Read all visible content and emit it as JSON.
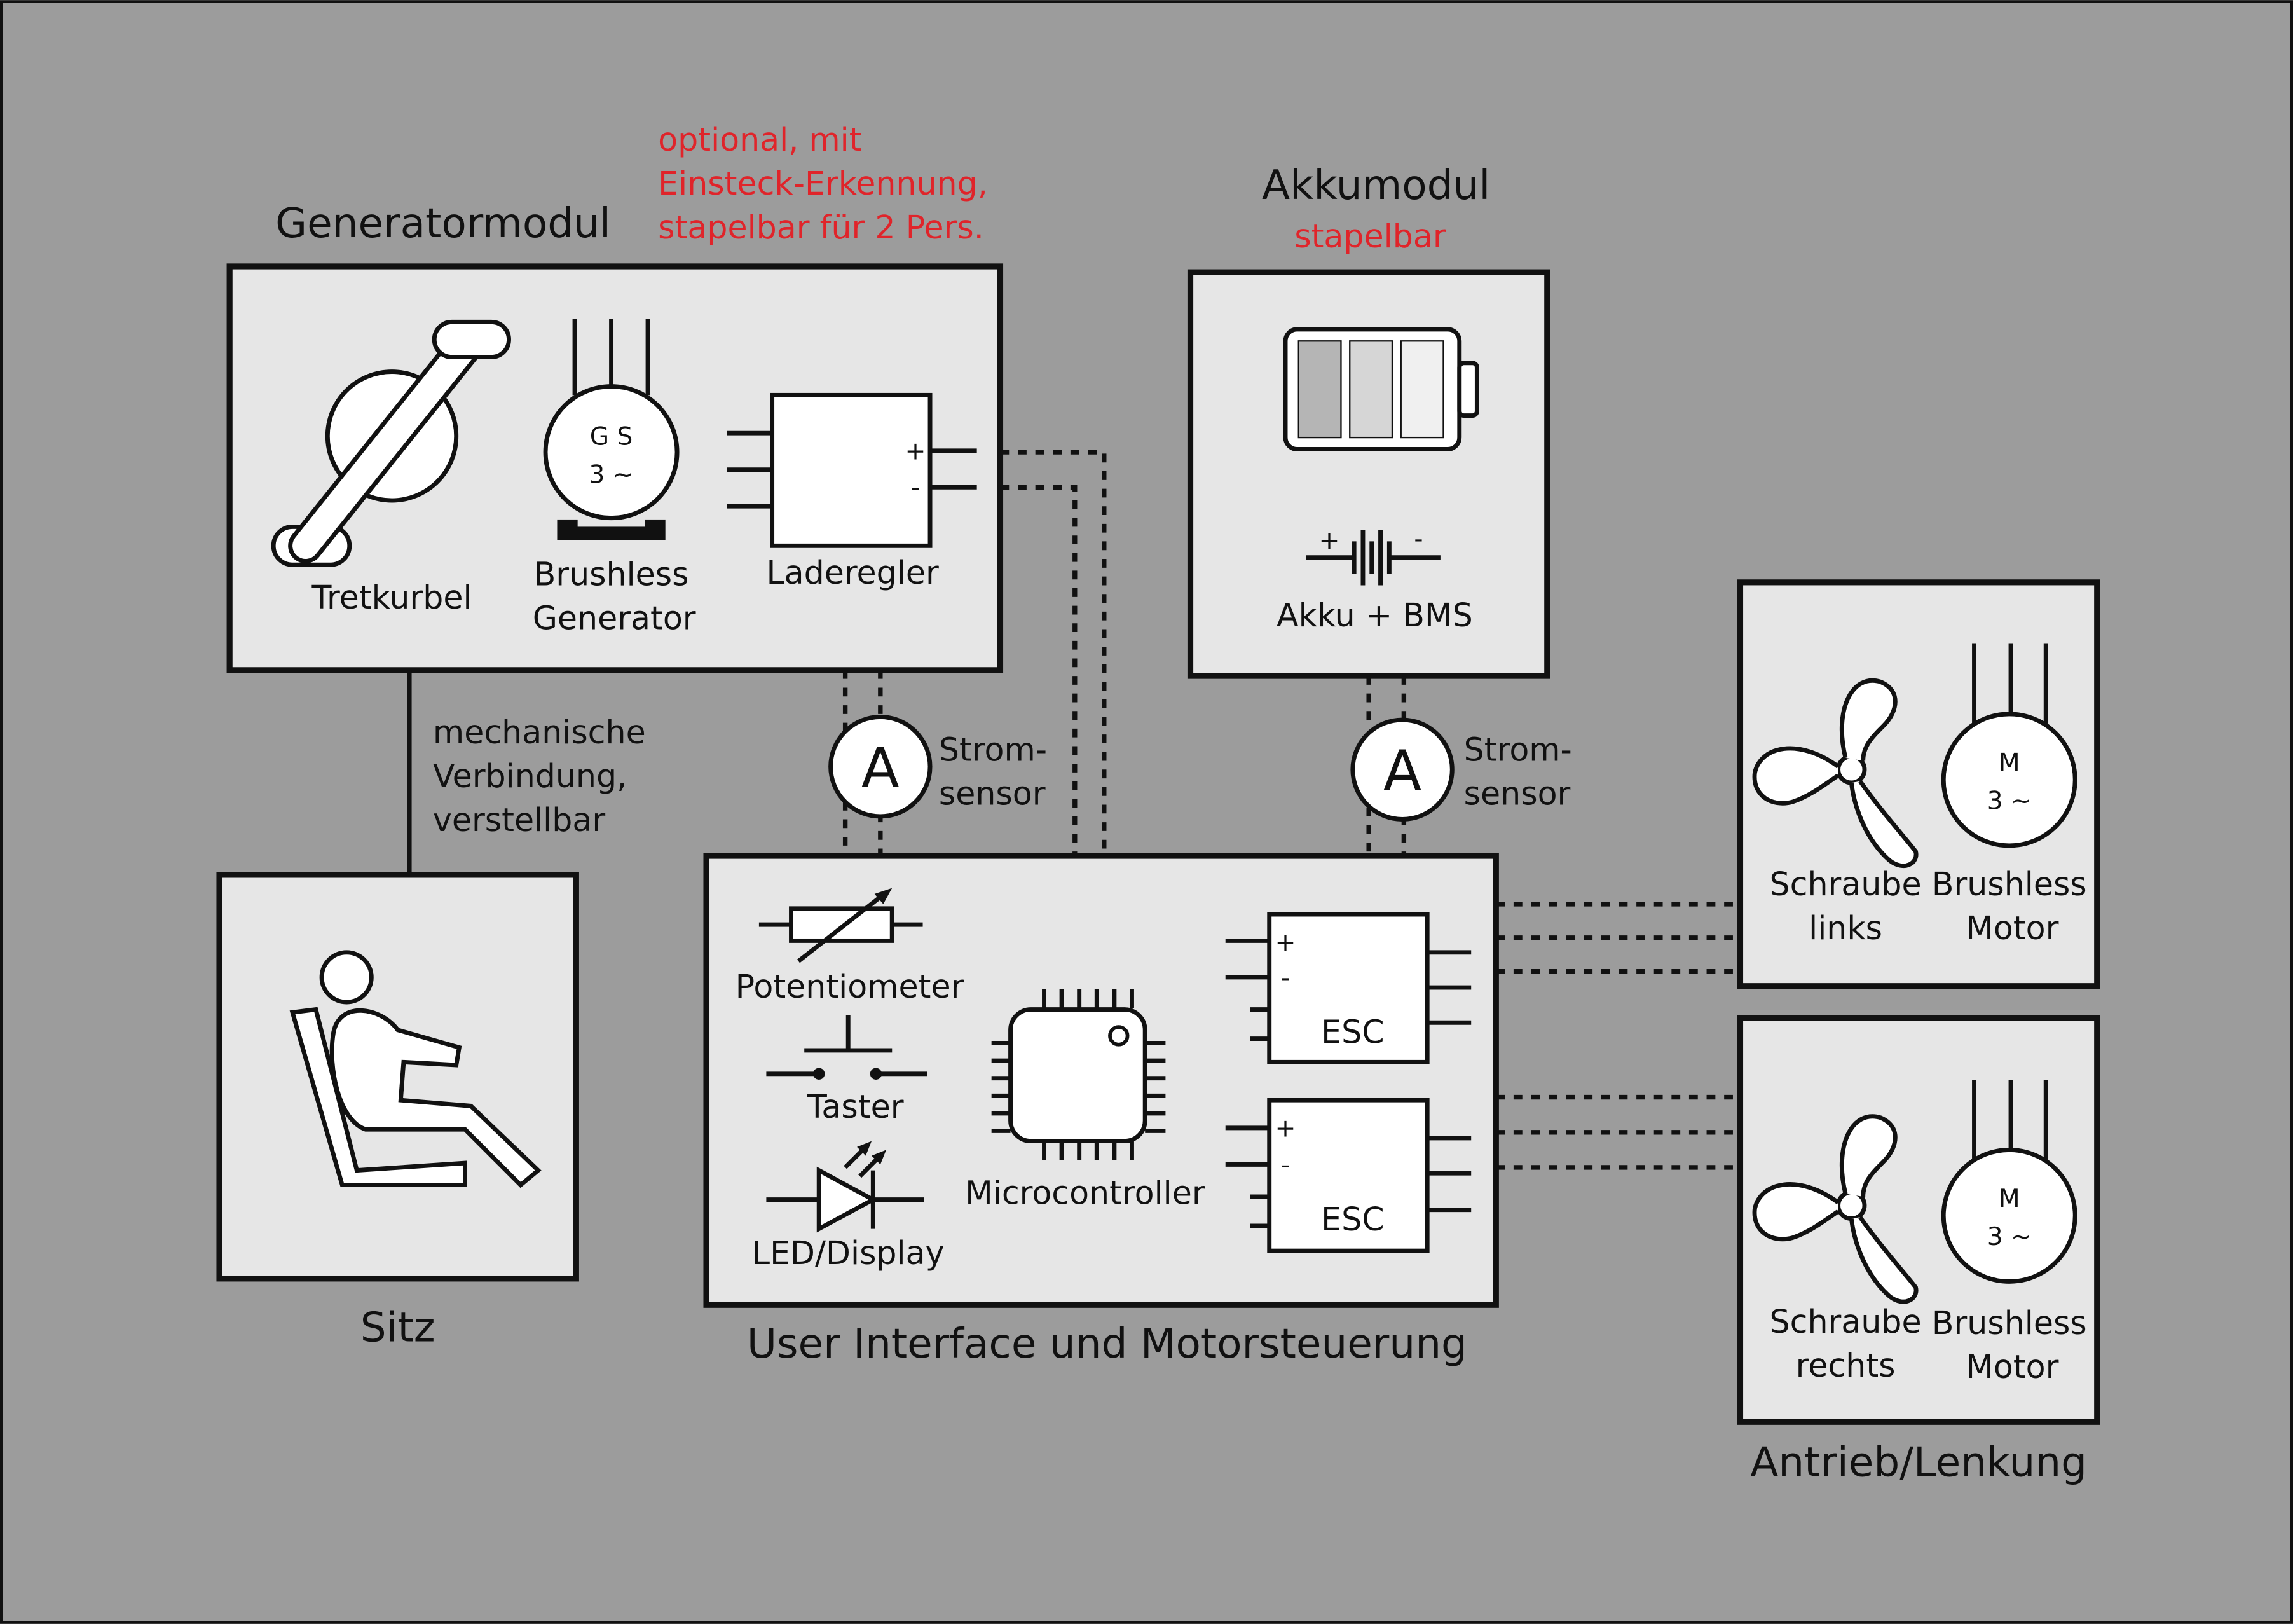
{
  "generator": {
    "title": "Generatormodul",
    "note_lines": [
      "optional, mit",
      "Einsteck-Erkennung,",
      "stapelbar für 2 Pers."
    ],
    "crank_label": "Tretkurbel",
    "generator_label_lines": [
      "Brushless",
      "Generator"
    ],
    "generator_symbol_lines": [
      "G S",
      "3 ~"
    ],
    "controller_label": "Laderegler",
    "plus": "+",
    "minus": "-"
  },
  "battery": {
    "title": "Akkumodul",
    "note": "stapelbar",
    "label": "Akku + BMS",
    "plus": "+",
    "minus": "-"
  },
  "sensor_left": {
    "symbol": "A",
    "label_lines": [
      "Strom-",
      "sensor"
    ]
  },
  "sensor_right": {
    "symbol": "A",
    "label_lines": [
      "Strom-",
      "sensor"
    ]
  },
  "connection_label_lines": [
    "mechanische",
    "Verbindung,",
    "verstellbar"
  ],
  "seat": {
    "label": "Sitz"
  },
  "control": {
    "title": "User Interface und Motorsteuerung",
    "potentiometer": "Potentiometer",
    "button": "Taster",
    "led": "LED/Display",
    "mcu": "Microcontroller",
    "esc_top": "ESC",
    "esc_bottom": "ESC",
    "plus": "+",
    "minus": "-"
  },
  "drive": {
    "title": "Antrieb/Lenkung",
    "left_prop_lines": [
      "Schraube",
      "links"
    ],
    "right_prop_lines": [
      "Schraube",
      "rechts"
    ],
    "motor_lines": [
      "Brushless",
      "Motor"
    ],
    "motor_symbol_lines": [
      "M",
      "3 ~"
    ]
  },
  "colors": {
    "background": "#9c9c9c",
    "module_fill": "#e6e6e6",
    "note_red": "#e0242a",
    "stroke": "#111111"
  }
}
